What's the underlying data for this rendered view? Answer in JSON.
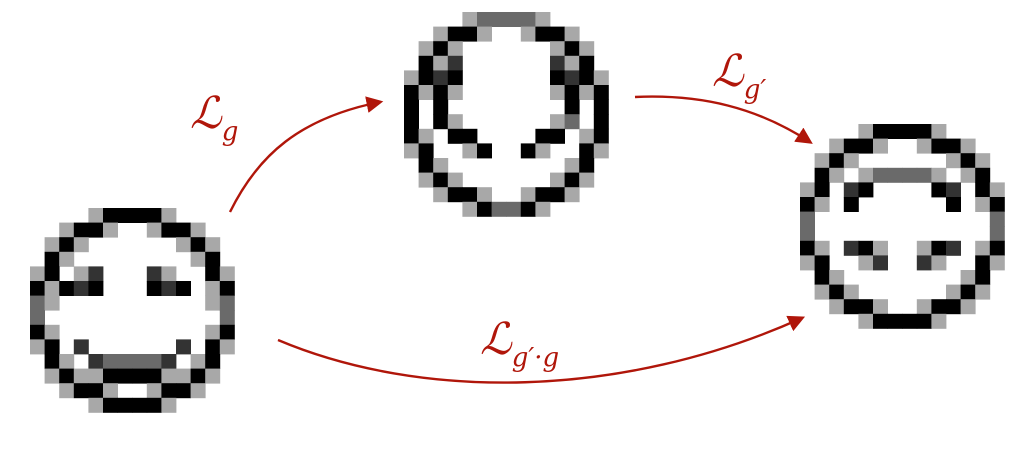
{
  "colors": {
    "arrow": "#b0160a",
    "ink": "#000000",
    "background": "#ffffff"
  },
  "icons": {
    "face_left": "pixel-smiley-face-icon",
    "face_top": "pixel-face-rotated-icon",
    "face_right": "pixel-face-flipped-icon"
  },
  "labels": {
    "op_symbol": "ℒ",
    "arrow_top_left_sub": "g",
    "arrow_top_right_sub": "g′",
    "arrow_bottom_sub": "g′·g"
  }
}
